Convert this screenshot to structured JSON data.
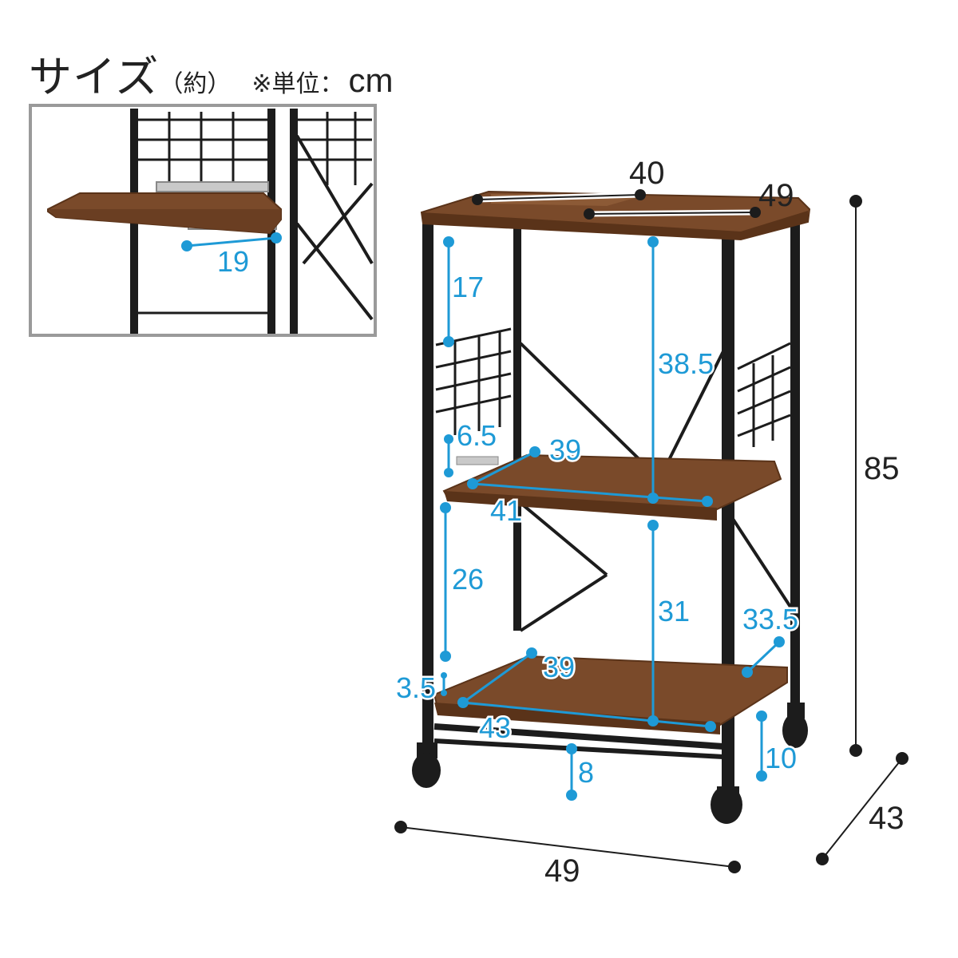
{
  "title": {
    "main": "サイズ",
    "approx": "（約）",
    "unit_note": "※単位：",
    "unit": "cm"
  },
  "colors": {
    "frame": "#1c1c1c",
    "wood": "#7a4a2a",
    "wood_edge": "#5a3319",
    "dimension_blue": "#1e9ad6",
    "dimension_black": "#222222",
    "inset_border": "#999999"
  },
  "inset": {
    "slide_shelf_depth": "19"
  },
  "dimensions": {
    "top_width": "40",
    "top_depth": "49",
    "overall_height": "85",
    "overall_width": "49",
    "overall_depth": "43",
    "upper_gap_left": "17",
    "upper_clear_height": "38.5",
    "slide_rail_gap": "6.5",
    "middle_shelf_depth": "39",
    "middle_shelf_width": "41",
    "middle_gap_left": "26",
    "lower_clear_height": "31",
    "lower_shelf_depth": "39",
    "lower_shelf_width": "43",
    "lower_rail_gap": "3.5",
    "side_depth": "33.5",
    "caster_clearance": "10",
    "base_clearance": "8"
  }
}
